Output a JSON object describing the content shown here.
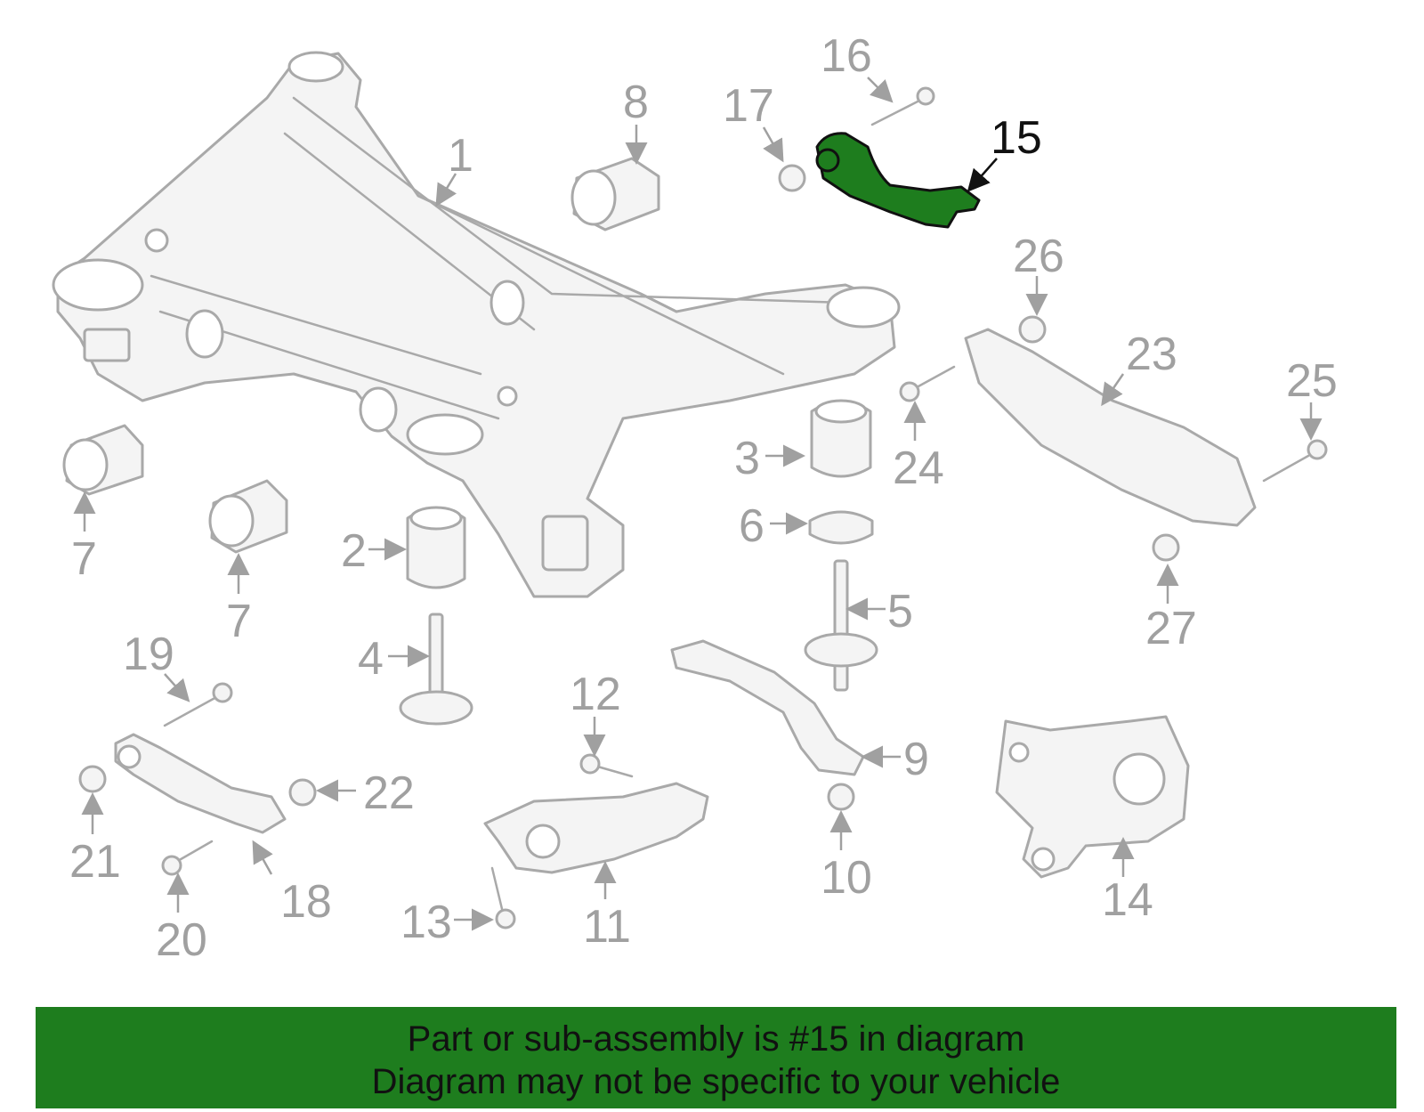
{
  "highlighted_part": "15",
  "callouts": [
    "1",
    "2",
    "3",
    "4",
    "5",
    "6",
    "7",
    "7",
    "8",
    "9",
    "10",
    "11",
    "12",
    "13",
    "14",
    "15",
    "16",
    "17",
    "18",
    "19",
    "20",
    "21",
    "22",
    "23",
    "24",
    "25",
    "26",
    "27"
  ],
  "footer": {
    "line1": "Part or sub-assembly is #15 in diagram",
    "line2": "Diagram may not be specific to your vehicle"
  },
  "colors": {
    "highlight": "#1e7d1e",
    "part_outline": "#a9a9a9",
    "label": "#a0a0a0"
  }
}
